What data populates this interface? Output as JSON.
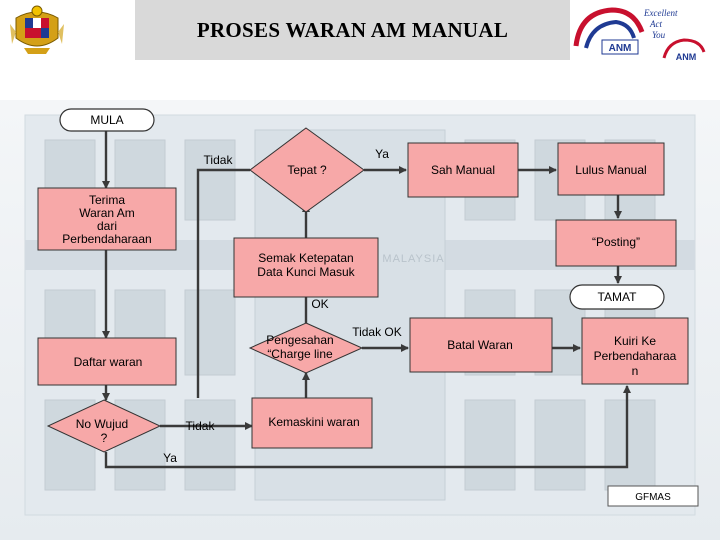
{
  "header": {
    "title": "PROSES WARAN AM MANUAL",
    "logo_right_motto": [
      "Excellent",
      "Act",
      "You"
    ],
    "logo_right_text": "ANM"
  },
  "background": {
    "building_sign": "AKAUNTAN NEGARA MALAYSIA"
  },
  "nodes": {
    "mula": "MULA",
    "terima": [
      "Terima",
      "Waran  Am",
      "dari",
      "Perbendaharaan"
    ],
    "tepat": "Tepat ?",
    "sah_manual": "Sah Manual",
    "lulus_manual": "Lulus Manual",
    "posting": "“Posting”",
    "semak": [
      "Semak Ketepatan",
      "Data Kunci Masuk"
    ],
    "tamat": "TAMAT",
    "pengesahan": [
      "Pengesahan",
      "“Charge line"
    ],
    "daftar": "Daftar waran",
    "batal": "Batal Waran",
    "kuiri": [
      "Kuiri Ke",
      "Perbendaharaa",
      "n"
    ],
    "no_wujud": [
      "No  Wujud",
      "?"
    ],
    "kemaskini": "Kemaskini waran"
  },
  "labels": {
    "tidak_top": "Tidak",
    "ya_top": "Ya",
    "ok": "OK",
    "tidak_ok": "Tidak OK",
    "tidak_bottom": "Tidak",
    "ya_bottom": "Ya"
  },
  "footer": {
    "badge": "GFMAS"
  },
  "colors": {
    "node_fill": "#f7a8a8",
    "line": "#3a3a3a",
    "header_band": "#d9d9d9"
  }
}
